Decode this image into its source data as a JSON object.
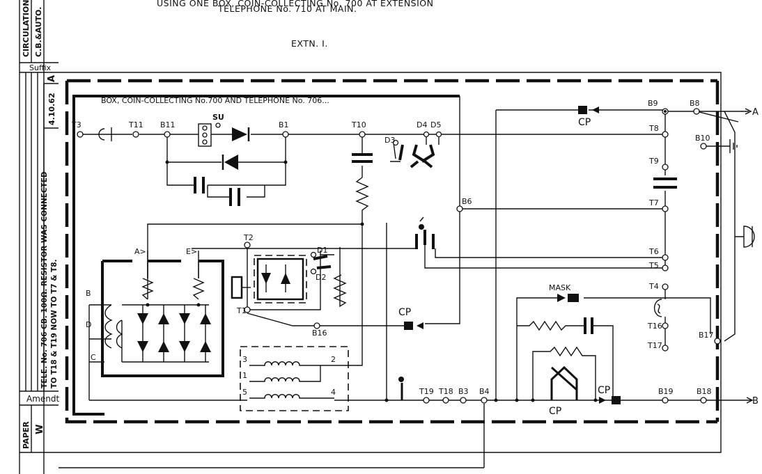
{
  "header": {
    "title_line1": "USING ONE BOX, COIN-COLLECTING No. 700 AT EXTENSION",
    "title_line2": "TELEPHONE No. 710 AT MAIN.",
    "extension_label": "EXTN. I."
  },
  "box_title": "BOX, COIN-COLLECTING No.700 AND TELEPHONE No. 706...",
  "side_panel": {
    "circulation": "CIRCULATION",
    "circulation_value": "C.B.&AUTO.",
    "suffix": "Suffix",
    "suffix_value": "A",
    "date": "4.10.62",
    "note_line1": "TELE. No. 706 CB. 100Ω. RESISTOR WAS CONNECTED",
    "note_line2": "TO T18 & T19 NOW TO T7 & T8.",
    "amendt": "Amendt",
    "paper": "PAPER",
    "paper_value": "W"
  },
  "labels": {
    "su": "SU",
    "mask": "MASK",
    "cp": "CP",
    "line_a": "A",
    "line_b": "B",
    "node_a": "A>",
    "node_e": "E>",
    "node_b": "B",
    "node_d": "D",
    "node_c": "C",
    "coil_3": "3",
    "coil_2": "2",
    "coil_1": "1",
    "coil_5": "5",
    "coil_4": "4"
  },
  "terminals": {
    "T3": "T3",
    "T11": "T11",
    "B11": "B11",
    "B1": "B1",
    "T10": "T10",
    "D3": "D3",
    "D4": "D4",
    "D5": "D5",
    "B9": "B9",
    "B8": "B8",
    "T8": "T8",
    "B10": "B10",
    "T9": "T9",
    "T7": "T7",
    "B6": "B6",
    "T2": "T2",
    "D1": "D1",
    "D2": "D2",
    "T6": "T6",
    "T5": "T5",
    "T4": "T4",
    "T1": "T1",
    "B16": "B16",
    "T16": "T16",
    "T17": "T17",
    "B17": "B17",
    "T19": "T19",
    "T18": "T18",
    "B3": "B3",
    "B4": "B4",
    "B19": "B19",
    "B18": "B18"
  }
}
